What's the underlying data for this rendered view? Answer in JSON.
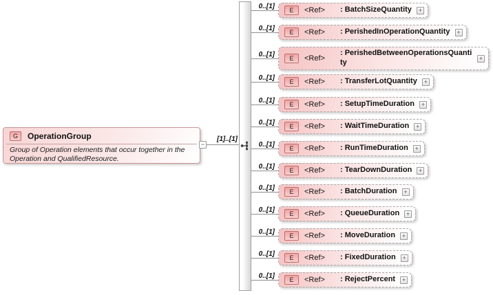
{
  "colors": {
    "element_fill": "#f6c3c3",
    "group_fill": "#f8d5d5",
    "icon_fill": "#f2a5a5",
    "icon_border": "#b96e6e",
    "group_border": "#c99494",
    "dashed_border": "#a9a9a9",
    "connector_line": "#8e8e8e",
    "bar_fill": "#d7d7d7"
  },
  "group": {
    "icon_letter": "G",
    "title": "OperationGroup",
    "description": "Group of Operation elements that occur together in the Operation and QualifiedResource.",
    "cardinality": "[1]..[1]"
  },
  "compositor": {
    "type": "sequence"
  },
  "elements": [
    {
      "cardinality": "0..[1]",
      "icon_letter": "E",
      "ref": "<Ref>",
      "label": ": BatchSizeQuantity"
    },
    {
      "cardinality": "0..[1]",
      "icon_letter": "E",
      "ref": "<Ref>",
      "label": ": PerishedInOperationQuantity"
    },
    {
      "cardinality": "0..[1]",
      "icon_letter": "E",
      "ref": "<Ref>",
      "label": ": PerishedBetweenOperationsQuantity"
    },
    {
      "cardinality": "0..[1]",
      "icon_letter": "E",
      "ref": "<Ref>",
      "label": ": TransferLotQuantity"
    },
    {
      "cardinality": "0..[1]",
      "icon_letter": "E",
      "ref": "<Ref>",
      "label": ": SetupTimeDuration"
    },
    {
      "cardinality": "0..[1]",
      "icon_letter": "E",
      "ref": "<Ref>",
      "label": ": WaitTimeDuration"
    },
    {
      "cardinality": "0..[1]",
      "icon_letter": "E",
      "ref": "<Ref>",
      "label": ": RunTimeDuration"
    },
    {
      "cardinality": "0..[1]",
      "icon_letter": "E",
      "ref": "<Ref>",
      "label": ": TearDownDuration"
    },
    {
      "cardinality": "0..[1]",
      "icon_letter": "E",
      "ref": "<Ref>",
      "label": ": BatchDuration"
    },
    {
      "cardinality": "0..[1]",
      "icon_letter": "E",
      "ref": "<Ref>",
      "label": ": QueueDuration"
    },
    {
      "cardinality": "0..[1]",
      "icon_letter": "E",
      "ref": "<Ref>",
      "label": ": MoveDuration"
    },
    {
      "cardinality": "0..[1]",
      "icon_letter": "E",
      "ref": "<Ref>",
      "label": ": FixedDuration"
    },
    {
      "cardinality": "0..[1]",
      "icon_letter": "E",
      "ref": "<Ref>",
      "label": ": RejectPercent"
    }
  ]
}
